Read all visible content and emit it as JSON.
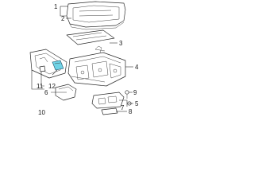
{
  "diagram": {
    "highlight_color": "#6fd3e6",
    "callouts": {
      "c1": "1",
      "c2": "2",
      "c3": "3",
      "c4": "4",
      "c5": "5",
      "c6": "6",
      "c7": "7",
      "c8": "8",
      "c9": "9",
      "c10": "10",
      "c11": "11",
      "c12": "12"
    }
  }
}
